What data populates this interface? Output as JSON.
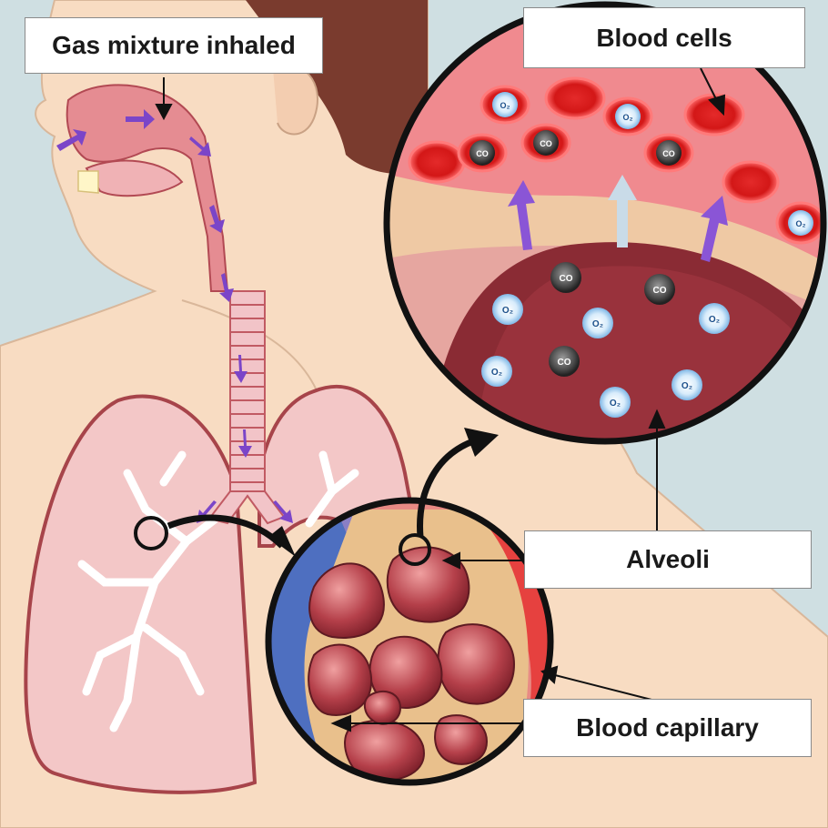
{
  "labels": {
    "gas_inhaled": "Gas mixture inhaled",
    "blood_cells": "Blood cells",
    "alveoli": "Alveoli",
    "blood_capillary": "Blood capillary"
  },
  "molecules": {
    "oxygen": "O₂",
    "carbon_monoxide": "CO"
  },
  "colors": {
    "background": "#cfdfe2",
    "skin": "#f8dcc2",
    "hair": "#7a3b2e",
    "lung": "#f3c7c7",
    "lung_outline": "#a7444a",
    "airway": "#c94a55",
    "arrow_purple": "#7b45c8",
    "blood_cell": "#d81e1e",
    "vein_blue": "#4e6fc0"
  }
}
